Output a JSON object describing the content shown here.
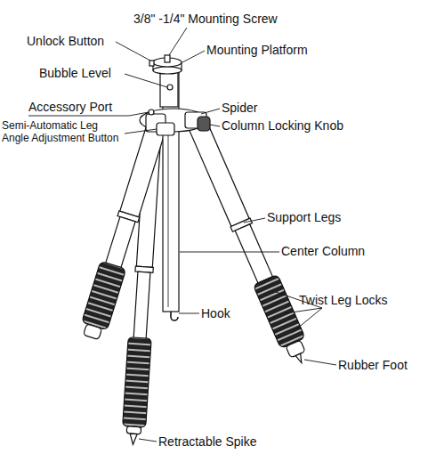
{
  "diagram": {
    "labels": [
      "3/8\" -1/4\" Mounting Screw",
      "Unlock Button",
      "Mounting Platform",
      "Bubble Level",
      "Accessory Port",
      "Spider",
      "Column Locking Knob",
      "Semi-Automatic Leg Angle Adjustment Button",
      "Support Legs",
      "Center Column",
      "Twist Leg Locks",
      "Hook",
      "Rubber Foot",
      "Retractable Spike"
    ]
  }
}
